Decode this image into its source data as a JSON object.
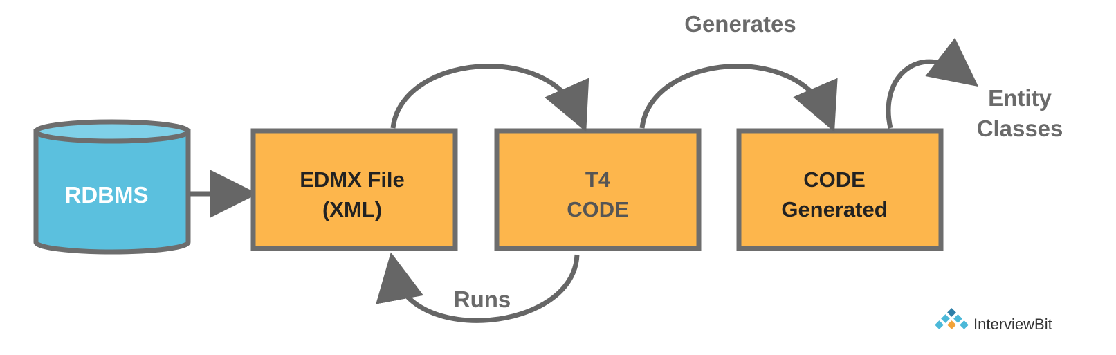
{
  "diagram": {
    "database": {
      "label": "RDBMS"
    },
    "boxes": [
      {
        "line1": "EDMX File",
        "line2": "(XML)"
      },
      {
        "line1": "T4",
        "line2": "CODE"
      },
      {
        "line1": "CODE",
        "line2": "Generated"
      }
    ],
    "labels": {
      "generates": "Generates",
      "runs": "Runs",
      "entity_line1": "Entity",
      "entity_line2": "Classes"
    },
    "brand": {
      "name": "InterviewBit"
    },
    "colors": {
      "box_fill": "#FDB64C",
      "box_stroke": "#6D6D6D",
      "db_fill": "#5BC0DE",
      "db_top": "#7FD0E8",
      "arrow": "#666666",
      "label_text": "#6A6A6A",
      "box_text": "#222222",
      "db_text": "#ffffff",
      "brand_diamond": "#4BB8D8",
      "brand_diamond_dark": "#2E7FA8",
      "brand_diamond_orange": "#F2A33A",
      "brand_text": "#333333"
    }
  }
}
